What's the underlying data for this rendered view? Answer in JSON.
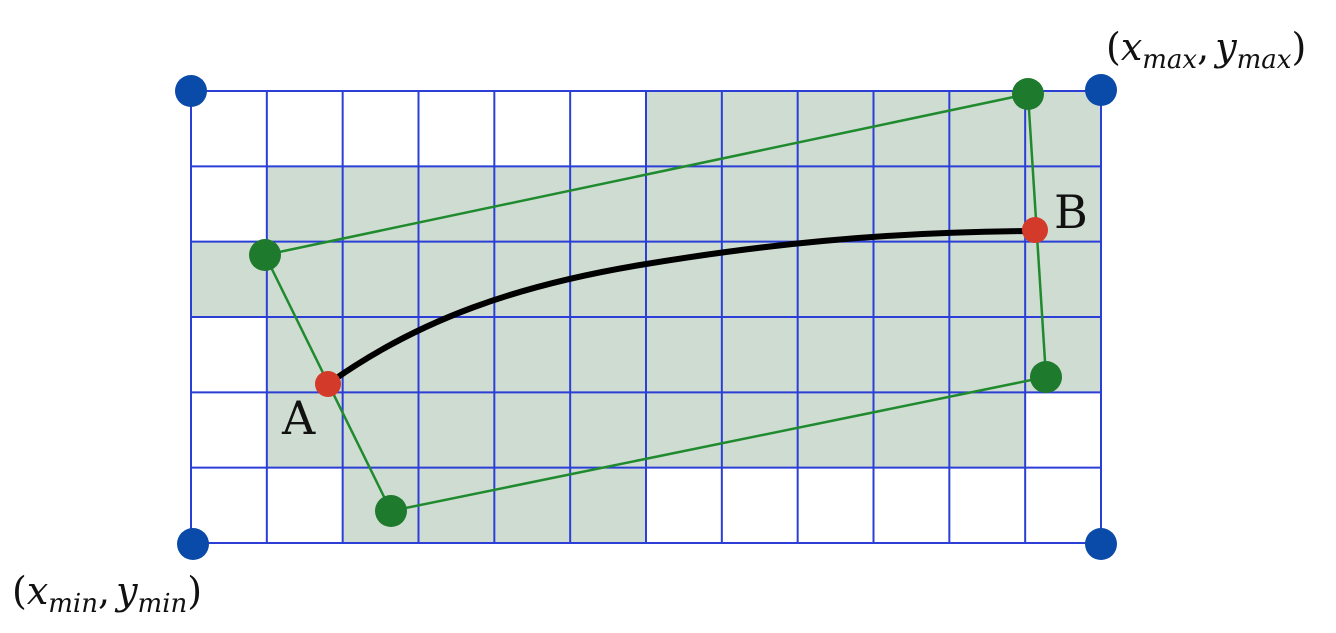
{
  "labels": {
    "point_a": "A",
    "point_b": "B",
    "max_corner": {
      "open": "(",
      "x": "x",
      "x_sub": "max",
      "comma": ",",
      "y": "y",
      "y_sub": "max",
      "close": ")"
    },
    "min_corner": {
      "open": "(",
      "x": "x",
      "x_sub": "min",
      "comma": ",",
      "y": "y",
      "y_sub": "min",
      "close": ")"
    }
  },
  "grid": {
    "cols": 12,
    "rows": 6,
    "shaded_cells": [
      [
        0,
        6
      ],
      [
        0,
        7
      ],
      [
        0,
        8
      ],
      [
        0,
        9
      ],
      [
        0,
        10
      ],
      [
        0,
        11
      ],
      [
        1,
        1
      ],
      [
        1,
        2
      ],
      [
        1,
        3
      ],
      [
        1,
        4
      ],
      [
        1,
        5
      ],
      [
        1,
        6
      ],
      [
        1,
        7
      ],
      [
        1,
        8
      ],
      [
        1,
        9
      ],
      [
        1,
        10
      ],
      [
        1,
        11
      ],
      [
        2,
        0
      ],
      [
        2,
        1
      ],
      [
        2,
        2
      ],
      [
        2,
        3
      ],
      [
        2,
        4
      ],
      [
        2,
        5
      ],
      [
        2,
        6
      ],
      [
        2,
        7
      ],
      [
        2,
        8
      ],
      [
        2,
        9
      ],
      [
        2,
        10
      ],
      [
        2,
        11
      ],
      [
        3,
        1
      ],
      [
        3,
        2
      ],
      [
        3,
        3
      ],
      [
        3,
        4
      ],
      [
        3,
        5
      ],
      [
        3,
        6
      ],
      [
        3,
        7
      ],
      [
        3,
        8
      ],
      [
        3,
        9
      ],
      [
        3,
        10
      ],
      [
        3,
        11
      ],
      [
        4,
        1
      ],
      [
        4,
        2
      ],
      [
        4,
        3
      ],
      [
        4,
        4
      ],
      [
        4,
        5
      ],
      [
        4,
        6
      ],
      [
        4,
        7
      ],
      [
        4,
        8
      ],
      [
        4,
        9
      ],
      [
        4,
        10
      ],
      [
        5,
        2
      ],
      [
        5,
        3
      ],
      [
        5,
        4
      ],
      [
        5,
        5
      ]
    ]
  },
  "colors": {
    "grid_line": "#2b3fd6",
    "shade": "#cfdcd2",
    "corner_dot": "#0a4aa8",
    "polygon": "#1f8a2e",
    "polygon_dot": "#1e7a2c",
    "endpoint_dot": "#d43a2a",
    "curve": "#000000"
  }
}
